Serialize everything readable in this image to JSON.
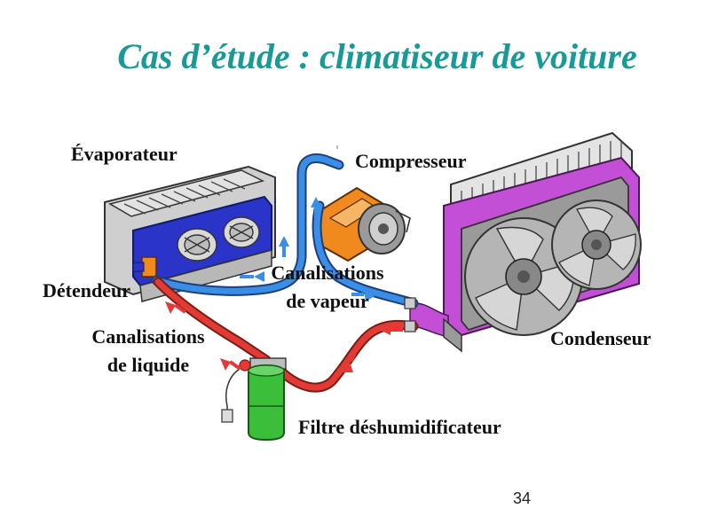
{
  "slide": {
    "title": "Cas d’étude : climatiseur de voiture",
    "page_number": "34"
  },
  "labels": {
    "evaporateur": "Évaporateur",
    "compresseur": "Compresseur",
    "detendeur": "Détendeur",
    "canalisations_vapeur_line1": "Canalisations",
    "canalisations_vapeur_line2": "de vapeur",
    "canalisations_liquide_line1": "Canalisations",
    "canalisations_liquide_line2": "de liquide",
    "condenseur": "Condenseur",
    "filtre": "Filtre déshumidificateur"
  },
  "colors": {
    "title": "#1a9a96",
    "vapor_pipe": "#3a8ee6",
    "liquid_pipe": "#e23a34",
    "evaporator": "#2a34c8",
    "compressor": "#f08a1e",
    "condenser": "#c24fd6",
    "filter": "#3bbf3b"
  }
}
